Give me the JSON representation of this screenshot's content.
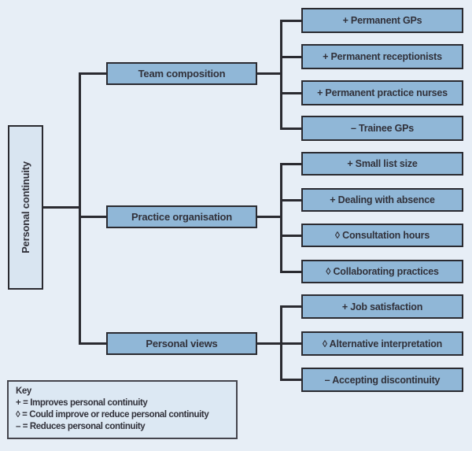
{
  "colors": {
    "background": "#e7eef6",
    "node_fill": "#90b7d7",
    "root_fill": "#d9e5f1",
    "legend_fill": "#dce8f3",
    "line": "#2a2a30",
    "text": "#31313a"
  },
  "root": {
    "label": "Personal continuity"
  },
  "branches": [
    {
      "label": "Team composition",
      "leaves": [
        "+ Permanent GPs",
        "+ Permanent receptionists",
        "+ Permanent practice nurses",
        "– Trainee GPs"
      ]
    },
    {
      "label": "Practice organisation",
      "leaves": [
        "+ Small list size",
        "+ Dealing with absence",
        "◊ Consultation hours",
        "◊ Collaborating practices"
      ]
    },
    {
      "label": "Personal views",
      "leaves": [
        "+ Job satisfaction",
        "◊ Alternative interpretation",
        "– Accepting discontinuity"
      ]
    }
  ],
  "legend": {
    "title": "Key",
    "entries": [
      "+ = Improves personal continuity",
      "◊ = Could improve or reduce personal continuity",
      "– = Reduces personal continuity"
    ]
  }
}
